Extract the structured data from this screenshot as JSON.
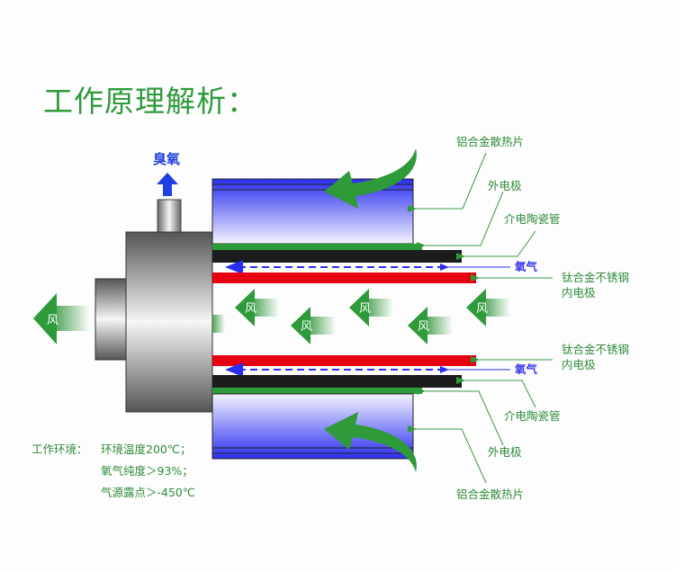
{
  "title": "工作原理解析：",
  "colors": {
    "accent_green": "#2e9a3a",
    "heatsink_blue": "#2a2ef0",
    "inner_electrode_red": "#e60012",
    "dielectric_black": "#1c1c1c",
    "oxygen_blue": "#3a3ae8"
  },
  "diagram": {
    "ozone_output_label": "臭氧",
    "wind_label": "风",
    "labels_top": {
      "heatsink": "铝合金散热片",
      "outer_electrode": "外电极",
      "dielectric_tube": "介电陶瓷管",
      "oxygen": "氧气",
      "inner_electrode_line1": "钛合金不锈钢",
      "inner_electrode_line2": "内电极"
    },
    "labels_bottom": {
      "inner_electrode_line1": "钛合金不锈钢",
      "inner_electrode_line2": "内电极",
      "oxygen": "氧气",
      "dielectric_tube": "介电陶瓷管",
      "outer_electrode": "外电极",
      "heatsink": "铝合金散热片"
    }
  },
  "environment": {
    "heading": "工作环境：",
    "lines": [
      "环境温度200℃；",
      "氧气纯度＞93%；",
      "气源露点＞-450℃"
    ]
  }
}
